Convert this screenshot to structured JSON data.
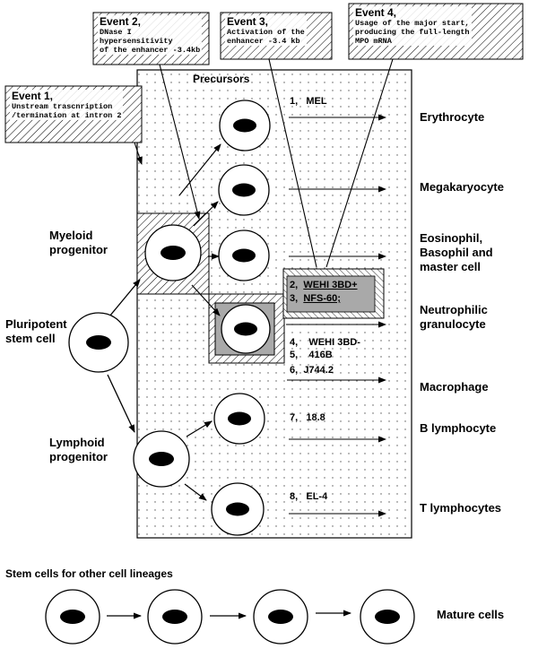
{
  "events": [
    {
      "title": "Event 1,",
      "body": "Unstream trascnription\n/termination at intron 2"
    },
    {
      "title": "Event 2,",
      "body": "DNase I\nhypersensitivity\nof the enhancer  -3.4kb"
    },
    {
      "title": "Event 3,",
      "body": "Activation of the\nenhancer -3.4 kb"
    },
    {
      "title": "Event 4,",
      "body": "Usage of the major start,\nproducing the full-length\nMPO mRNA"
    }
  ],
  "precursors_label": "Precursors",
  "stem_cell_label": "Pluripotent stem cell",
  "myeloid_label": "Myeloid progenitor",
  "lymphoid_label": "Lymphoid progenitor",
  "lineages": [
    "Erythrocyte",
    "Megakaryocyte",
    "Eosinophil, Basophil and master cell",
    "Neutrophilic granulocyte",
    "Macrophage",
    "B lymphocyte",
    "T lymphocytes"
  ],
  "cell_lines": [
    {
      "num": "1,",
      "name": "MEL"
    },
    {
      "num": "2,",
      "name": "WEHI 3BD+"
    },
    {
      "num": "3,",
      "name": "NFS-60;"
    },
    {
      "num": "4,",
      "name": "WEHI 3BD-"
    },
    {
      "num": "5,",
      "name": "416B"
    },
    {
      "num": "6,",
      "name": "J744.2"
    },
    {
      "num": "7,",
      "name": "18.8"
    },
    {
      "num": "8,",
      "name": "EL-4"
    }
  ],
  "stem_other_label": "Stem cells for other cell lineages",
  "mature_label": "Mature cells",
  "colors": {
    "ink": "#000000",
    "shade": "#a9a9a9",
    "box_fill": "#ffffff"
  }
}
